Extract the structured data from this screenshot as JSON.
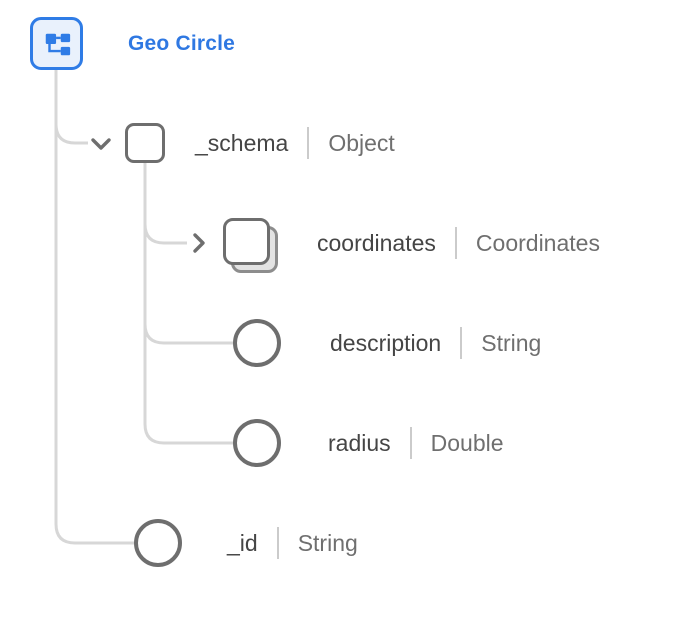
{
  "root": {
    "title": "Geo Circle",
    "icon": "schema-tree-icon"
  },
  "nodes": [
    {
      "name": "_schema",
      "type": "Object",
      "icon": "object-square-icon",
      "state": "expanded"
    },
    {
      "name": "coordinates",
      "type": "Coordinates",
      "icon": "array-stack-icon",
      "state": "collapsed"
    },
    {
      "name": "description",
      "type": "String",
      "icon": "field-circle-icon",
      "state": "leaf"
    },
    {
      "name": "radius",
      "type": "Double",
      "icon": "field-circle-icon",
      "state": "leaf"
    },
    {
      "name": "_id",
      "type": "String",
      "icon": "field-circle-icon",
      "state": "leaf"
    }
  ],
  "colors": {
    "accent_blue": "#2f7ce6",
    "root_icon_fill": "#e9f1fc",
    "node_outline_gray": "#6e6e6e",
    "name_text": "#454545",
    "type_text": "#6f6f6f",
    "divider": "#cbcbcb",
    "connector_line": "#d7d7d7"
  }
}
